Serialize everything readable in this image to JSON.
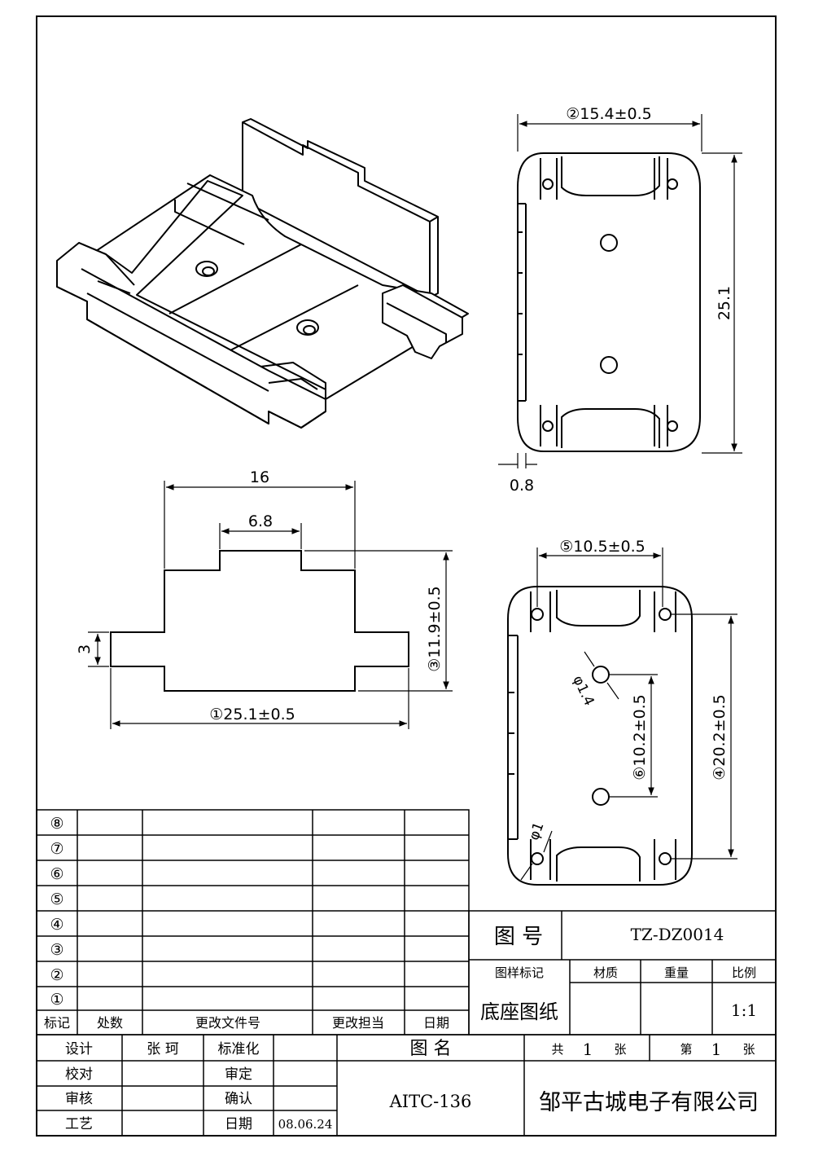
{
  "dimensions": {
    "top_view_width": "②15.4±0.5",
    "top_view_height": "25.1",
    "top_view_wall": "0.8",
    "front_top_width": "16",
    "front_step_width": "6.8",
    "front_side_height": "3",
    "front_total_height": "③11.9±0.5",
    "front_total_width": "①25.1±0.5",
    "bottom_pin_span": "⑤10.5±0.5",
    "bottom_hole_diameter": "φ1.4",
    "bottom_hole_spacing": "⑥10.2±0.5",
    "bottom_pin_pitch": "④20.2±0.5",
    "bottom_pin_diameter": "φ1"
  },
  "revision_table": {
    "rows": [
      "⑧",
      "⑦",
      "⑥",
      "⑤",
      "④",
      "③",
      "②",
      "①"
    ],
    "headers": [
      "标记",
      "处数",
      "更改文件号",
      "更改担当",
      "日期"
    ]
  },
  "title_block": {
    "drawing_no_label": "图 号",
    "drawing_no": "TZ-DZ0014",
    "sample_mark_label": "图样标记",
    "material_label": "材质",
    "weight_label": "重量",
    "scale_label": "比例",
    "drawing_type": "底座图纸",
    "scale": "1:1",
    "design_label": "设计",
    "designer": "张 珂",
    "standard_label": "标准化",
    "drawing_name_label": "图 名",
    "total_label": "共",
    "total_value": "1",
    "sheet_unit": "张",
    "sheet_label": "第",
    "sheet_value": "1",
    "sheet_unit2": "张",
    "check_label": "校对",
    "approve_label": "审定",
    "review_label": "审核",
    "confirm_label": "确认",
    "process_label": "工艺",
    "date_label": "日期",
    "date": "08.06.24",
    "part_name": "AITC-136",
    "company": "邹平古城电子有限公司"
  }
}
